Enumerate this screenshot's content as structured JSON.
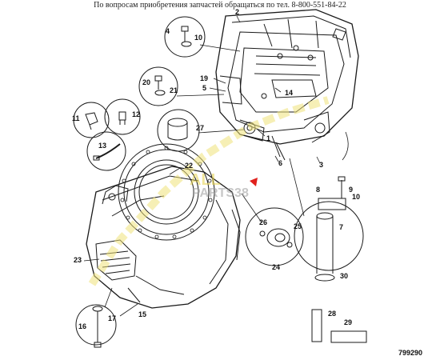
{
  "header": {
    "text": "По вопросам приобретения запчастей обращаться по тел. 8-800-551-84-22"
  },
  "watermark": {
    "line1": "ALL",
    "line2": "PARTS38",
    "color": "#e6d24a"
  },
  "callouts": {
    "c1": "1",
    "c2": "2",
    "c3": "3",
    "c4": "4",
    "c5": "5",
    "c6": "6",
    "c7": "7",
    "c8": "8",
    "c9": "9",
    "c10a": "10",
    "c10b": "10",
    "c11": "11",
    "c12": "12",
    "c13": "13",
    "c14": "14",
    "c15": "15",
    "c16": "16",
    "c17": "17",
    "c19": "19",
    "c20": "20",
    "c21": "21",
    "c22": "22",
    "c23": "23",
    "c24": "24",
    "c25": "25",
    "c26": "26",
    "c27": "27",
    "c28": "28",
    "c29": "29",
    "c30": "30"
  },
  "drawing_number": "799290",
  "colors": {
    "line": "#1a1a1a",
    "accent_marker": "#e0201c"
  }
}
